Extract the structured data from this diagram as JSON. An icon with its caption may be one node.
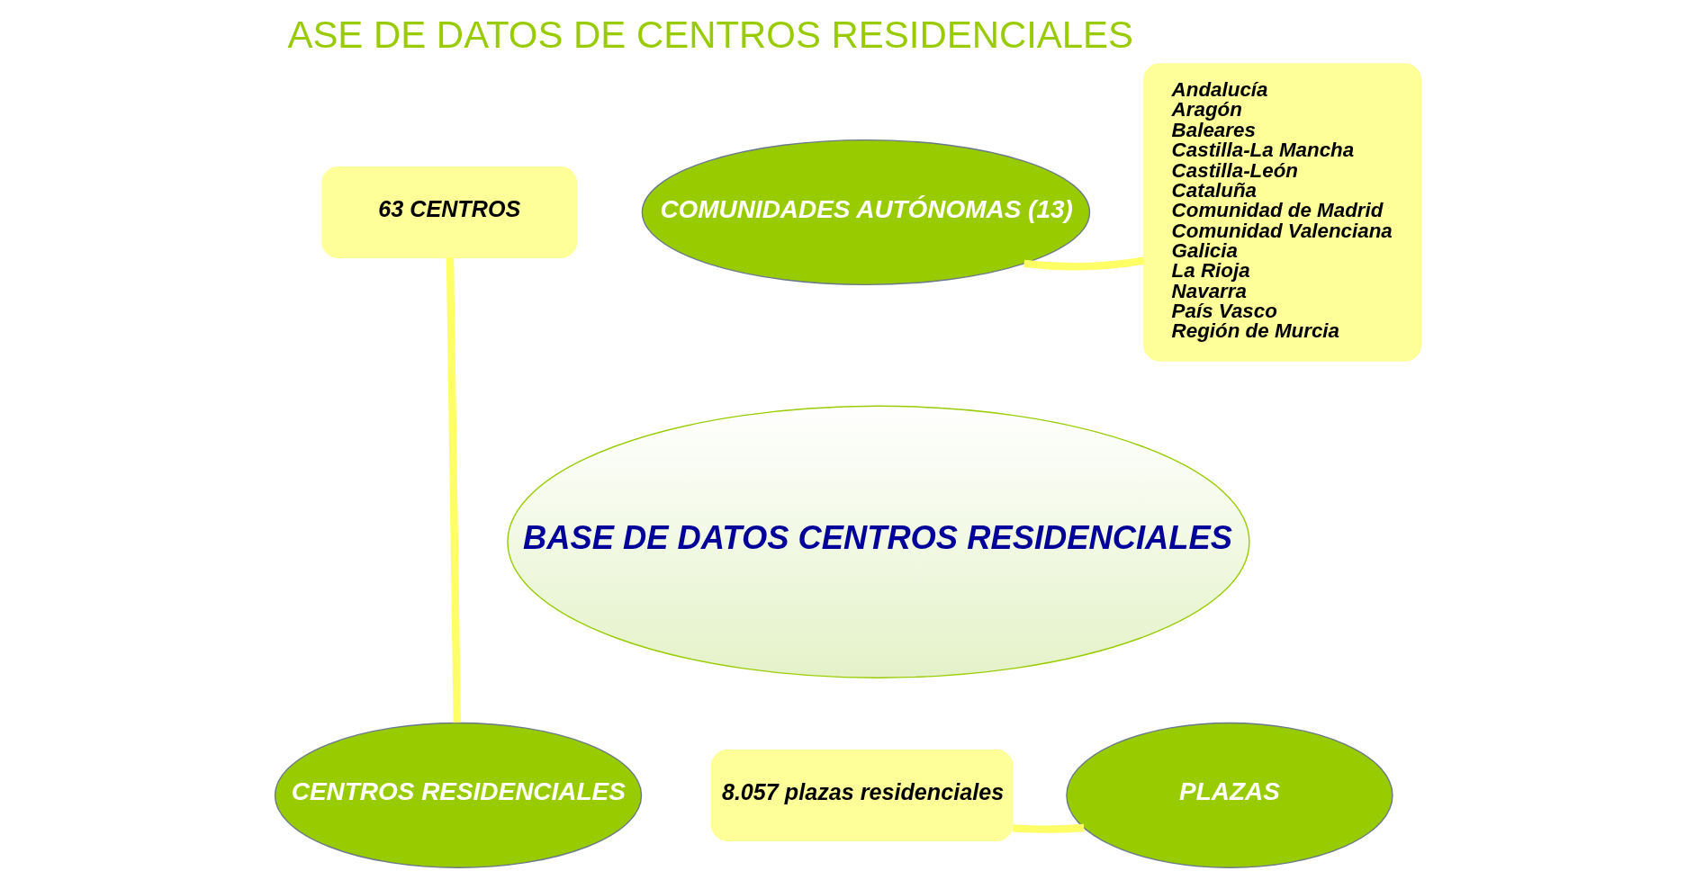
{
  "diagram": {
    "title": "ASE DE DATOS DE CENTROS RESIDENCIALES",
    "nodes": [
      {
        "text": [
          "BASE DE DATOS CENTROS RESIDENCIALES"
        ]
      },
      {
        "text": [
          "COMUNIDADES AUTÓNOMAS (13)"
        ]
      },
      {
        "text": [
          "CENTROS RESIDENCIALES"
        ]
      },
      {
        "text": [
          "PLAZAS"
        ]
      },
      {
        "text": [
          "63 CENTROS"
        ]
      },
      {
        "text": [
          "Andalucía",
          "Aragón",
          "Baleares",
          "Castilla-La Mancha",
          "Castilla-León",
          "Cataluña",
          "Comunidad de Madrid",
          "Comunidad Valenciana",
          "Galicia",
          "La Rioja",
          "Navarra",
          "País Vasco",
          "Región de Murcia"
        ]
      },
      {
        "text": [
          "8.057 plazas residenciales"
        ]
      }
    ],
    "edges": [
      {
        "from": 4,
        "to": 2,
        "arrow": "none"
      },
      {
        "from": 5,
        "to": 1,
        "arrow": "none"
      },
      {
        "from": 6,
        "to": 3,
        "arrow": "none"
      }
    ]
  }
}
